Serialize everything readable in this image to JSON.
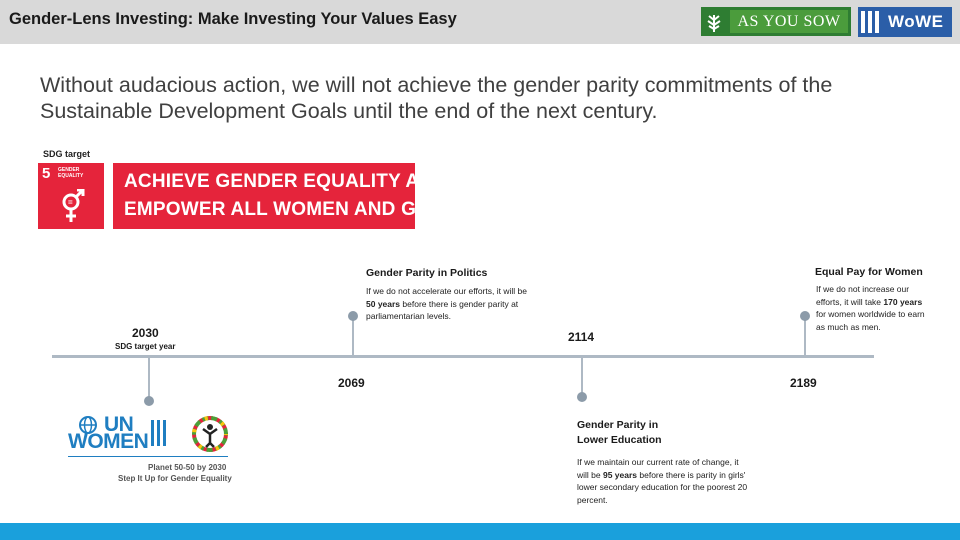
{
  "header": {
    "title": "Gender-Lens Investing: Make Investing Your Values Easy",
    "logo_as_you_sow": "AS YOU SOW",
    "logo_wowe": "WoWE"
  },
  "headline": "Without audacious action, we will not achieve the gender parity commitments of the Sustainable Development Goals until the end of the next century.",
  "sdg": {
    "label": "SDG target",
    "icon_number": "5",
    "icon_text": "GENDER EQUALITY",
    "banner_line1": "ACHIEVE GENDER EQUALITY AND",
    "banner_line2": "EMPOWER ALL WOMEN AND GIRLS"
  },
  "timeline": {
    "y2030": {
      "year": "2030",
      "sub": "SDG target year"
    },
    "y2069": {
      "year": "2069",
      "title": "Gender Parity in Politics",
      "body_pre": "If we do not accelerate our efforts, it will be ",
      "body_bold": "50 years",
      "body_post": " before there is gender parity at parliamentarian levels."
    },
    "y2114": {
      "year": "2114",
      "title": "Gender Parity in Lower Education",
      "body_pre": "If we maintain our current rate of change, it will be ",
      "body_bold": "95 years",
      "body_post": " before there is parity in girls' lower secondary education for the poorest 20 percent."
    },
    "y2189": {
      "year": "2189",
      "title": "Equal Pay for Women",
      "body_pre": "If we do not increase our efforts, it will take ",
      "body_bold": "170 years",
      "body_post": " for women worldwide to earn as much as men."
    }
  },
  "unwomen": {
    "logo_line1": "UN",
    "logo_line2": "WOMEN",
    "caption_line1": "Planet 50-50 by 2030",
    "caption_line2": "Step It Up for Gender Equality"
  },
  "colors": {
    "sdg_red": "#e5243b",
    "timeline": "#aeb9c4",
    "footer": "#1aa0dc",
    "unwomen_blue": "#1f7ec1"
  }
}
